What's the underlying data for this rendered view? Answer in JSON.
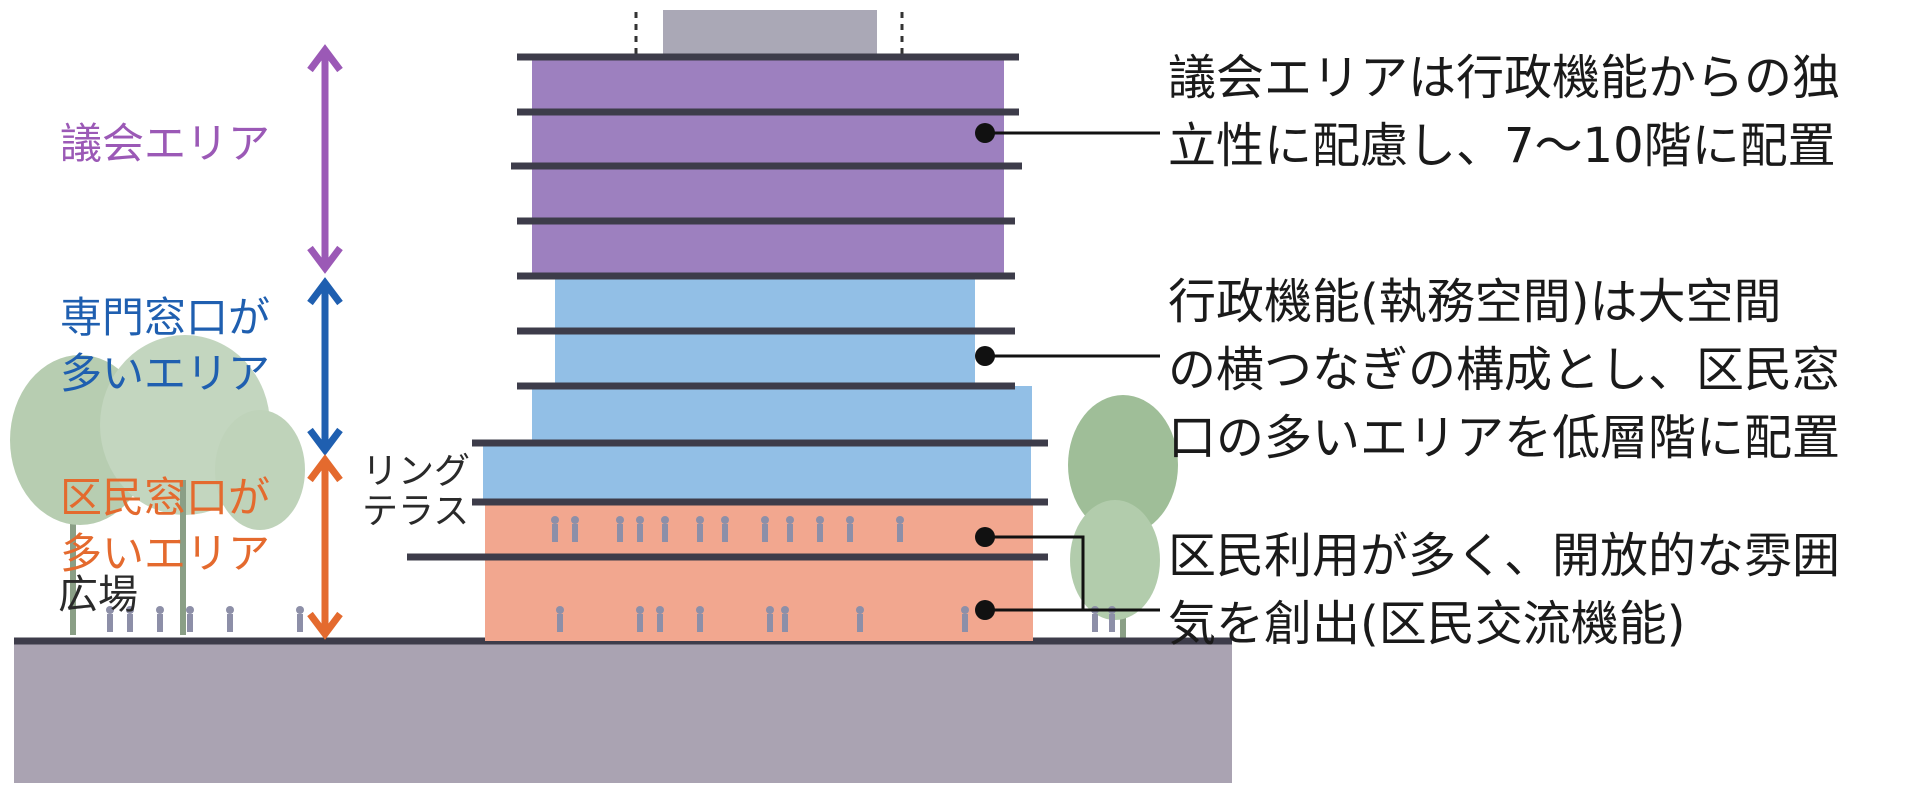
{
  "areas": {
    "assembly": {
      "label": "議会エリア",
      "color": "#9b59b6"
    },
    "specialized": {
      "label": "専門窓口が\n多いエリア",
      "color": "#1f5fb0"
    },
    "citizen": {
      "label": "区民窓口が\n多いエリア",
      "color": "#e46a2e"
    }
  },
  "labels": {
    "plaza": "広場",
    "ring_terrace": "リング\nテラス"
  },
  "descriptions": {
    "assembly": "議会エリアは行政機能からの独\n立性に配慮し、7～10階に配置",
    "admin": "行政機能(執務空間)は大空間\nの横つなぎの構成とし、区民窓\n口の多いエリアを低層階に配置",
    "citizen": "区民利用が多く、開放的な雰囲\n気を創出(区民交流機能)"
  },
  "colors": {
    "assembly_fill": "#9d80bf",
    "admin_fill": "#92bfe6",
    "citizen_fill": "#f2a78f",
    "slab": "#3d3c4a",
    "ground": "#aaa3b2",
    "penthouse": "#aaa8b6",
    "tree": "#a9c4a3"
  }
}
